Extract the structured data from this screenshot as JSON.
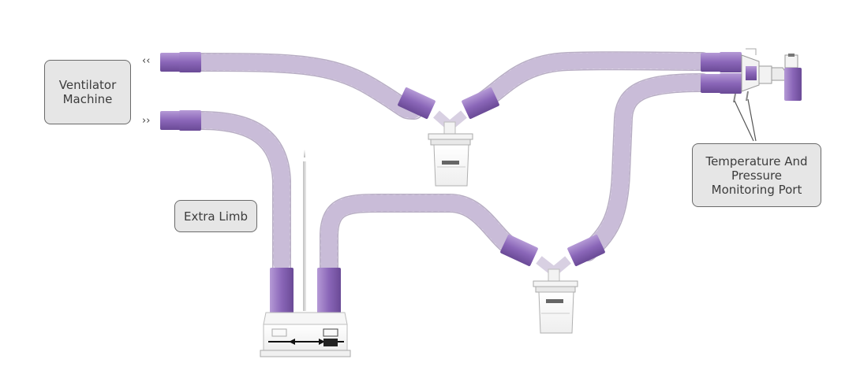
{
  "callouts": {
    "ventilator_line1": "Ventilator",
    "ventilator_line2": "Machine",
    "extra_limb": "Extra Limb",
    "temp_line1": "Temperature And",
    "temp_line2": "Pressure",
    "temp_line3": "Monitoring Port"
  },
  "arrows": {
    "inbound": "‹‹",
    "outbound": "››"
  },
  "colors": {
    "tube": "#ece6f2",
    "tube_rib": "#c4b8d2",
    "connector": "#8e6cba",
    "connector_dark": "#5d3f8a",
    "callout_bg": "#e6e6e6",
    "callout_border": "#6a6a6a"
  }
}
